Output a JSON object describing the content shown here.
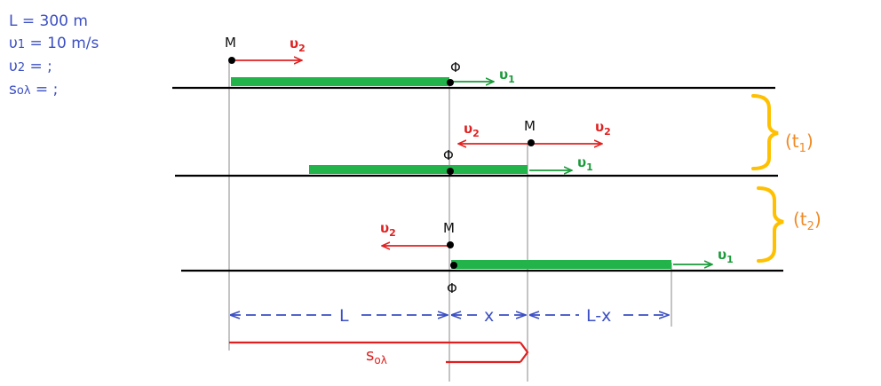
{
  "given": {
    "line1": "L = 300 m",
    "line2_symbol": "υ",
    "line2_sub": "1",
    "line2_rest": " = 10 m/s",
    "line3_symbol": "υ",
    "line3_sub": "2",
    "line3_rest": " = ;",
    "line4_symbol": "s",
    "line4_sub": "ολ",
    "line4_rest": " = ;"
  },
  "labels": {
    "M": "M",
    "Phi": "Φ",
    "u": "υ",
    "sub1": "1",
    "sub2": "2",
    "t1": "(t",
    "t2": "(t",
    "paren_close": ")",
    "dim_L": "L",
    "dim_x": "x",
    "dim_Lx": "L-x",
    "s_main": "s",
    "s_sub": "ολ"
  },
  "colors": {
    "train": "#22b34a",
    "velocity_u2": "#e02020",
    "velocity_u1": "#1a9a3a",
    "dimension": "#3b4fc4",
    "brace": "#ffc000",
    "time_label": "#f08a24",
    "track": "#000000"
  }
}
